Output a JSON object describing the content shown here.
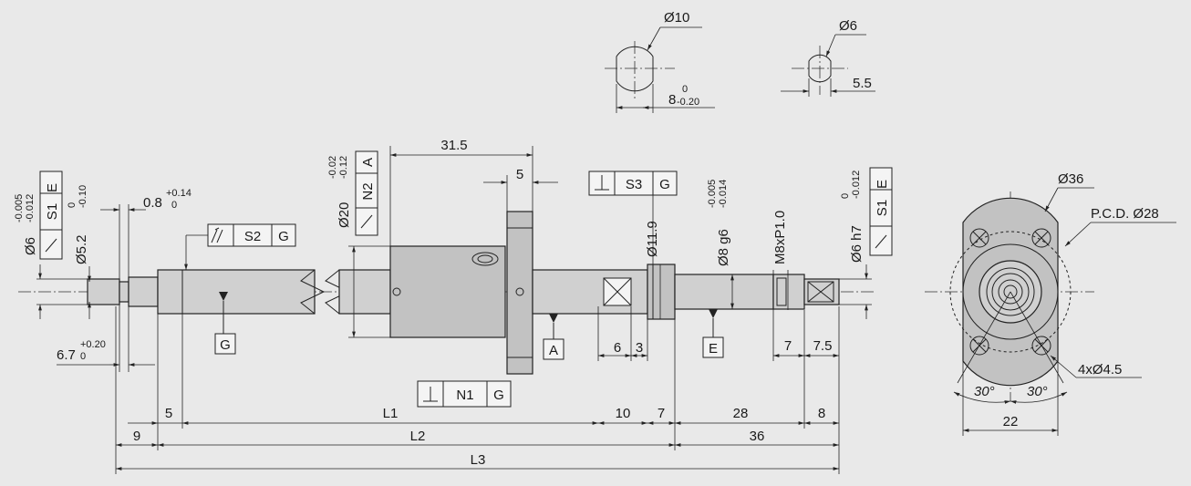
{
  "colors": {
    "background": "#e9e9e9",
    "ink": "#222222",
    "part_fill": "#d0d0d0"
  },
  "top_views": {
    "d10": "Ø10",
    "w8": "8",
    "w8_upper": "0",
    "w8_lower": "-0.20",
    "d6": "Ø6",
    "w55": "5.5"
  },
  "left_end": {
    "d6": "Ø6",
    "d6_upper": "-0.005",
    "d6_lower": "-0.012",
    "d52": "Ø5.2",
    "d52_upper": "0",
    "d52_lower": "-0.10",
    "groove": "0.8",
    "groove_upper": "+0.14",
    "groove_lower": "0",
    "len67": "6.7",
    "len67_upper": "+0.20",
    "len67_lower": "0",
    "tol_s1": "S1",
    "tol_e": "E",
    "tol_s2": "S2",
    "tol_g": "G",
    "datum_g": "G"
  },
  "nut": {
    "d20": "Ø20",
    "d20_upper": "-0.02",
    "d20_lower": "-0.12",
    "tol_n2": "N2",
    "tol_a": "A",
    "len315": "31.5",
    "flange5": "5",
    "tol_n1": "N1",
    "tol_g": "G",
    "datum_a": "A"
  },
  "right_end": {
    "tol_s3": "S3",
    "tol_g": "G",
    "d119": "Ø11.9",
    "d8": "Ø8 g6",
    "d8_upper": "-0.005",
    "d8_lower": "-0.014",
    "thread": "M8xP1.0",
    "d6": "Ø6 h7",
    "d6_upper": "0",
    "d6_lower": "-0.012",
    "tol_s1": "S1",
    "tol_e": "E",
    "len6": "6",
    "len3": "3",
    "len7": "7",
    "len75": "7.5",
    "datum_e": "E"
  },
  "dimensions": {
    "d5": "5",
    "L1": "L1",
    "d10": "10",
    "d7": "7",
    "d28": "28",
    "d8": "8",
    "d9": "9",
    "L2": "L2",
    "d36": "36",
    "L3": "L3"
  },
  "flange_view": {
    "d36": "Ø36",
    "pcd": "P.C.D. Ø28",
    "holes": "4xØ4.5",
    "angle_left": "30°",
    "angle_right": "30°",
    "width": "22"
  }
}
